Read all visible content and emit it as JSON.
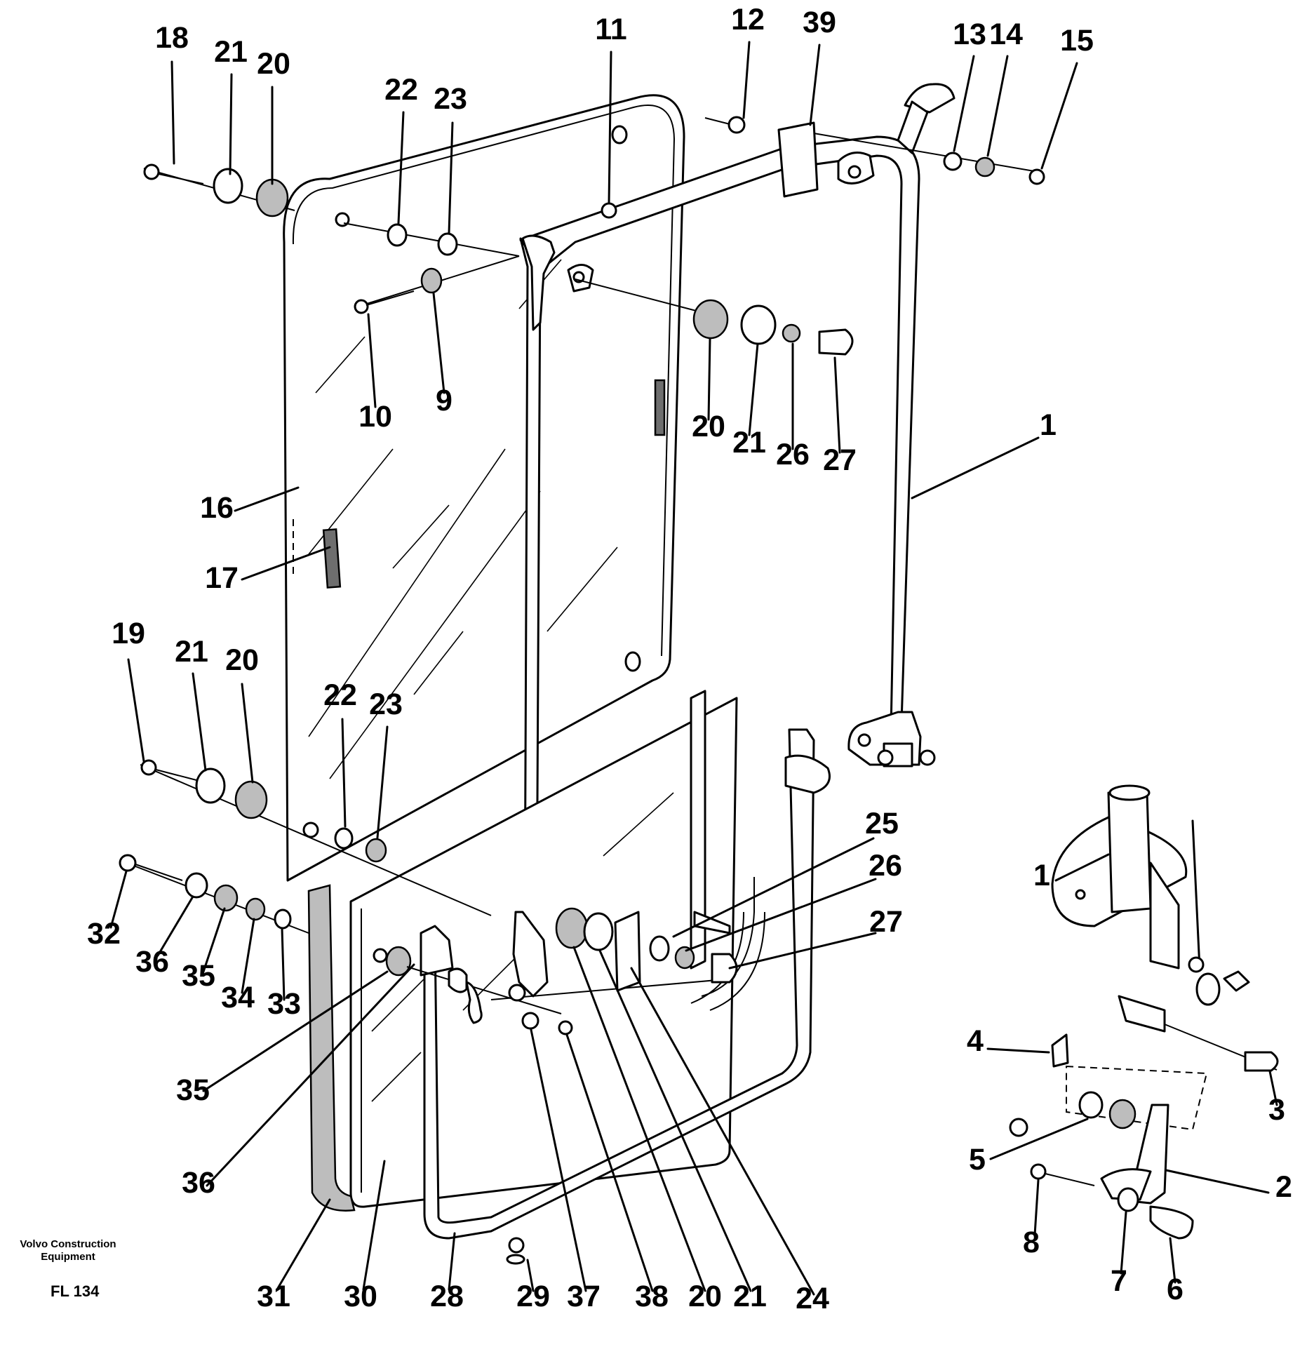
{
  "footer": {
    "brand_line1": "Volvo Construction",
    "brand_line2": "Equipment",
    "code": "FL 134"
  },
  "callouts": [
    {
      "id": "c18",
      "text": "18"
    },
    {
      "id": "c21a",
      "text": "21"
    },
    {
      "id": "c20a",
      "text": "20"
    },
    {
      "id": "c22a",
      "text": "22"
    },
    {
      "id": "c23a",
      "text": "23"
    },
    {
      "id": "c11",
      "text": "11"
    },
    {
      "id": "c12",
      "text": "12"
    },
    {
      "id": "c39",
      "text": "39"
    },
    {
      "id": "c13",
      "text": "13"
    },
    {
      "id": "c14",
      "text": "14"
    },
    {
      "id": "c15",
      "text": "15"
    },
    {
      "id": "c10",
      "text": "10"
    },
    {
      "id": "c9",
      "text": "9"
    },
    {
      "id": "c20b",
      "text": "20"
    },
    {
      "id": "c21b",
      "text": "21"
    },
    {
      "id": "c26a",
      "text": "26"
    },
    {
      "id": "c27a",
      "text": "27"
    },
    {
      "id": "c1a",
      "text": "1"
    },
    {
      "id": "c16",
      "text": "16"
    },
    {
      "id": "c17",
      "text": "17"
    },
    {
      "id": "c19",
      "text": "19"
    },
    {
      "id": "c21c",
      "text": "21"
    },
    {
      "id": "c20c",
      "text": "20"
    },
    {
      "id": "c22b",
      "text": "22"
    },
    {
      "id": "c23b",
      "text": "23"
    },
    {
      "id": "c25",
      "text": "25"
    },
    {
      "id": "c26b",
      "text": "26"
    },
    {
      "id": "c27b",
      "text": "27"
    },
    {
      "id": "c32",
      "text": "32"
    },
    {
      "id": "c36a",
      "text": "36"
    },
    {
      "id": "c35a",
      "text": "35"
    },
    {
      "id": "c34",
      "text": "34"
    },
    {
      "id": "c33",
      "text": "33"
    },
    {
      "id": "c35b",
      "text": "35"
    },
    {
      "id": "c36b",
      "text": "36"
    },
    {
      "id": "c31",
      "text": "31"
    },
    {
      "id": "c30",
      "text": "30"
    },
    {
      "id": "c28",
      "text": "28"
    },
    {
      "id": "c29",
      "text": "29"
    },
    {
      "id": "c37",
      "text": "37"
    },
    {
      "id": "c38",
      "text": "38"
    },
    {
      "id": "c20d",
      "text": "20"
    },
    {
      "id": "c21d",
      "text": "21"
    },
    {
      "id": "c24",
      "text": "24"
    },
    {
      "id": "c1b",
      "text": "1"
    },
    {
      "id": "c4",
      "text": "4"
    },
    {
      "id": "c3",
      "text": "3"
    },
    {
      "id": "c5",
      "text": "5"
    },
    {
      "id": "c2",
      "text": "2"
    },
    {
      "id": "c8",
      "text": "8"
    },
    {
      "id": "c7",
      "text": "7"
    },
    {
      "id": "c6",
      "text": "6"
    }
  ]
}
